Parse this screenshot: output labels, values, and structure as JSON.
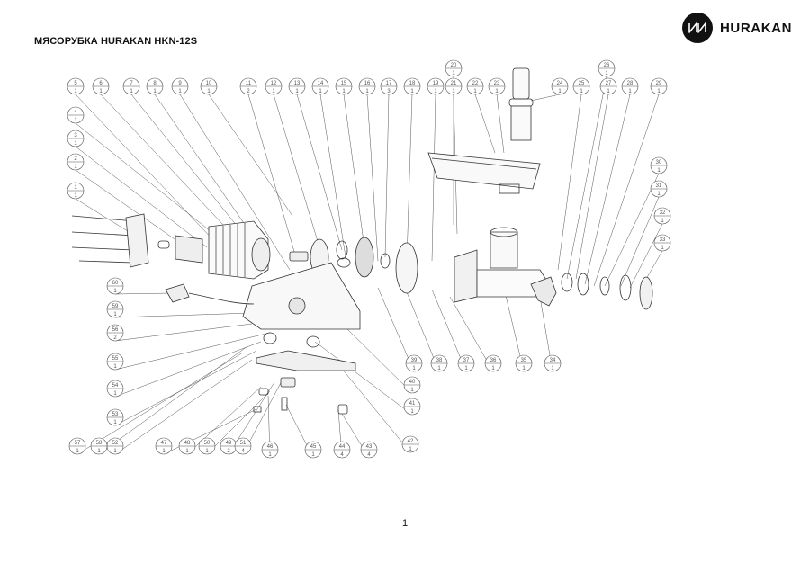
{
  "document": {
    "title": "МЯСОРУБКА HURAKAN HKN-12S",
    "brand": "HURAKAN",
    "page_number": "1"
  },
  "callouts": [
    {
      "id": "1",
      "qty": "1"
    },
    {
      "id": "2",
      "qty": "1"
    },
    {
      "id": "3",
      "qty": "1"
    },
    {
      "id": "4",
      "qty": "1"
    },
    {
      "id": "5",
      "qty": "1"
    },
    {
      "id": "6",
      "qty": "1"
    },
    {
      "id": "7",
      "qty": "1"
    },
    {
      "id": "8",
      "qty": "1"
    },
    {
      "id": "9",
      "qty": "1"
    },
    {
      "id": "10",
      "qty": "1"
    },
    {
      "id": "11",
      "qty": "2"
    },
    {
      "id": "12",
      "qty": "1"
    },
    {
      "id": "13",
      "qty": "1"
    },
    {
      "id": "14",
      "qty": "1"
    },
    {
      "id": "15",
      "qty": "1"
    },
    {
      "id": "16",
      "qty": "1"
    },
    {
      "id": "17",
      "qty": "3"
    },
    {
      "id": "18",
      "qty": "1"
    },
    {
      "id": "19",
      "qty": "1"
    },
    {
      "id": "20",
      "qty": "1"
    },
    {
      "id": "21",
      "qty": "1"
    },
    {
      "id": "22",
      "qty": "1"
    },
    {
      "id": "23",
      "qty": "1"
    },
    {
      "id": "24",
      "qty": "1"
    },
    {
      "id": "25",
      "qty": "1"
    },
    {
      "id": "26",
      "qty": "1"
    },
    {
      "id": "27",
      "qty": "1"
    },
    {
      "id": "28",
      "qty": "1"
    },
    {
      "id": "29",
      "qty": "1"
    },
    {
      "id": "30",
      "qty": "1"
    },
    {
      "id": "31",
      "qty": "1"
    },
    {
      "id": "32",
      "qty": "1"
    },
    {
      "id": "33",
      "qty": "1"
    },
    {
      "id": "34",
      "qty": "1"
    },
    {
      "id": "35",
      "qty": "1"
    },
    {
      "id": "36",
      "qty": "1"
    },
    {
      "id": "37",
      "qty": "1"
    },
    {
      "id": "38",
      "qty": "1"
    },
    {
      "id": "39",
      "qty": "1"
    },
    {
      "id": "40",
      "qty": "1"
    },
    {
      "id": "41",
      "qty": "1"
    },
    {
      "id": "42",
      "qty": "1"
    },
    {
      "id": "43",
      "qty": "4"
    },
    {
      "id": "44",
      "qty": "4"
    },
    {
      "id": "45",
      "qty": "1"
    },
    {
      "id": "46",
      "qty": "1"
    },
    {
      "id": "47",
      "qty": "1"
    },
    {
      "id": "48",
      "qty": "1"
    },
    {
      "id": "49",
      "qty": "2"
    },
    {
      "id": "50",
      "qty": "1"
    },
    {
      "id": "51",
      "qty": "4"
    },
    {
      "id": "52",
      "qty": "1"
    },
    {
      "id": "53",
      "qty": "1"
    },
    {
      "id": "54",
      "qty": "1"
    },
    {
      "id": "55",
      "qty": "1"
    },
    {
      "id": "56",
      "qty": "2"
    },
    {
      "id": "57",
      "qty": "1"
    },
    {
      "id": "58",
      "qty": "1"
    },
    {
      "id": "59",
      "qty": "1"
    },
    {
      "id": "60",
      "qty": "1"
    }
  ]
}
